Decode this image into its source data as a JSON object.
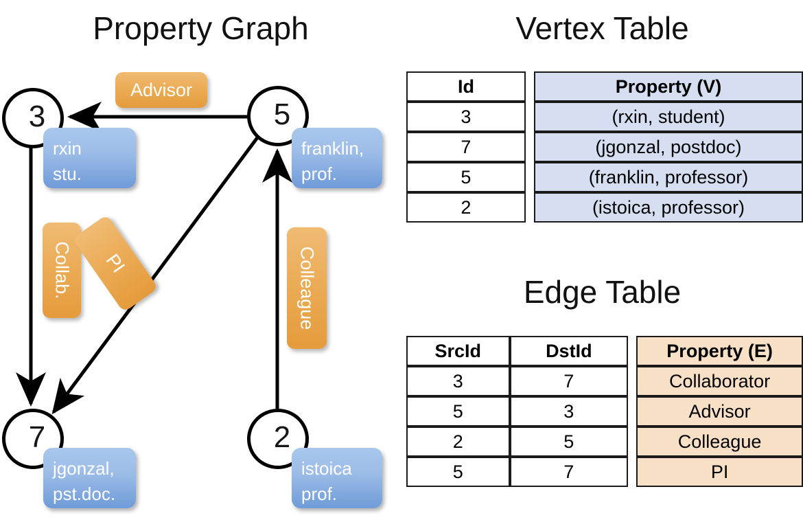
{
  "titles": {
    "property_graph": "Property Graph",
    "vertex_table": "Vertex Table",
    "edge_table": "Edge Table"
  },
  "graph": {
    "nodes": [
      {
        "id": "3",
        "property": [
          "rxin",
          "stu."
        ]
      },
      {
        "id": "5",
        "property": [
          "franklin,",
          "prof."
        ]
      },
      {
        "id": "7",
        "property": [
          "jgonzal,",
          "pst.doc."
        ]
      },
      {
        "id": "2",
        "property": [
          "istoica",
          "prof."
        ]
      }
    ],
    "edge_labels": [
      {
        "name": "advisor",
        "text": "Advisor"
      },
      {
        "name": "collab",
        "text": "Collab."
      },
      {
        "name": "pi",
        "text": "PI"
      },
      {
        "name": "colleague",
        "text": "Colleague"
      }
    ],
    "edges": [
      {
        "src": "5",
        "dst": "3",
        "label": "Advisor"
      },
      {
        "src": "3",
        "dst": "7",
        "label": "Collab."
      },
      {
        "src": "5",
        "dst": "7",
        "label": "PI"
      },
      {
        "src": "2",
        "dst": "5",
        "label": "Colleague"
      }
    ]
  },
  "vertex_table": {
    "headers": [
      "Id",
      "Property (V)"
    ],
    "rows": [
      {
        "id": "3",
        "property": "(rxin, student)"
      },
      {
        "id": "7",
        "property": "(jgonzal, postdoc)"
      },
      {
        "id": "5",
        "property": "(franklin, professor)"
      },
      {
        "id": "2",
        "property": "(istoica, professor)"
      }
    ]
  },
  "edge_table": {
    "headers": [
      "SrcId",
      "DstId",
      "Property (E)"
    ],
    "rows": [
      {
        "src": "3",
        "dst": "7",
        "property": "Collaborator"
      },
      {
        "src": "5",
        "dst": "3",
        "property": "Advisor"
      },
      {
        "src": "2",
        "dst": "5",
        "property": "Colleague"
      },
      {
        "src": "5",
        "dst": "7",
        "property": "PI"
      }
    ]
  },
  "colors": {
    "vertex_property_cell": "#d6dff1",
    "edge_property_cell": "#f8e0c7",
    "node_callout": "#8fb4e4",
    "edge_label": "#eaa951",
    "stroke": "#000000"
  }
}
